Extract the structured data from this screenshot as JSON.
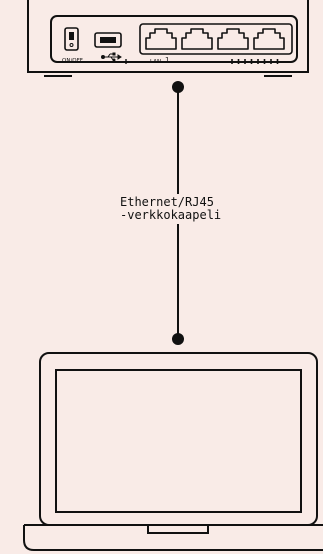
{
  "colors": {
    "background": "#f9ebe7",
    "line": "#111111"
  },
  "router": {
    "switch_label": "ON/OFF",
    "lan_label": "LAN",
    "lan_port_number": "1",
    "icons": [
      "power-switch-icon",
      "usb-port-icon",
      "usb-symbol-icon",
      "ethernet-port-icon",
      "vent-icon"
    ]
  },
  "cable": {
    "label_line1": "Ethernet/RJ45",
    "label_line2": "-verkkokaapeli"
  },
  "laptop": {
    "icons": [
      "laptop-icon"
    ]
  }
}
